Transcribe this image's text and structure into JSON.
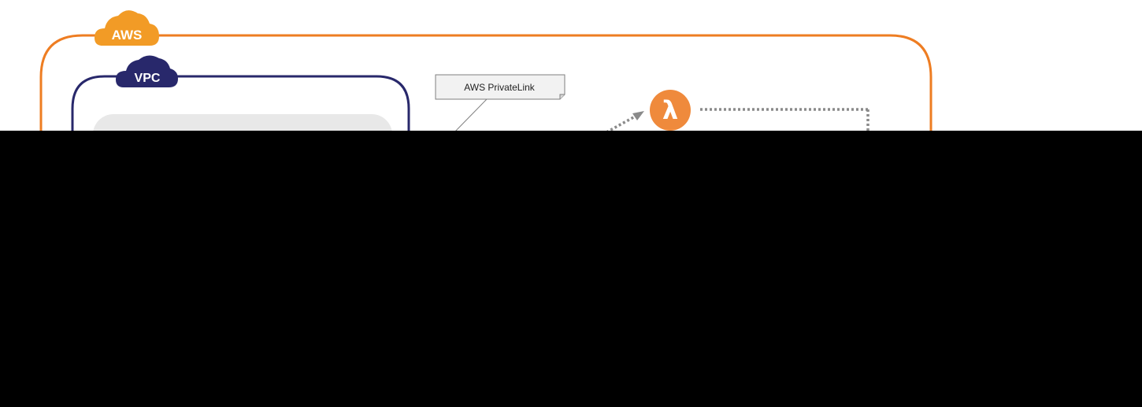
{
  "aws_badge": {
    "label": "AWS"
  },
  "vpc_badge": {
    "label": "VPC"
  },
  "privatelink_callout": {
    "label": "AWS PrivateLink"
  },
  "lambda_node": {
    "glyph": "λ",
    "icon": "lambda-icon"
  },
  "colors": {
    "aws_orange": "#ee7d22",
    "aws_badge_fill": "#f29b26",
    "vpc_navy": "#28286b",
    "lambda_orange": "#ef8a3c",
    "callout_fill": "#f2f2f2",
    "subnet_fill": "#e8e8e8",
    "dotted_arrow": "#8a8a8a",
    "redaction": "#000000"
  }
}
